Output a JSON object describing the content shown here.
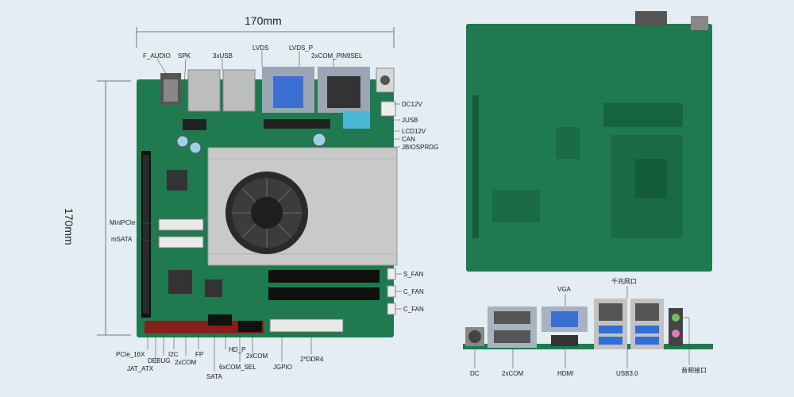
{
  "dimensions": {
    "width": "170mm",
    "height": "170mm"
  },
  "top_labels": {
    "f_audio": "F_AUDIO",
    "spk": "SPK",
    "usb3x": "3xUSB",
    "lvds": "LVDS",
    "lvds_p": "LVDS_P",
    "com_pin9sel": "2xCOM_PIN9SEL"
  },
  "right_labels": {
    "dc12v": "DC12V",
    "jusb": "JUSB",
    "lcd12v": "LCD12V",
    "can": "CAN",
    "jbiosprdg": "JBIOSPRDG",
    "s_fan": "S_FAN",
    "c_fan1": "C_FAN",
    "c_fan2": "C_FAN"
  },
  "left_labels": {
    "minipcie": "MiniPCIe",
    "msata": "mSATA"
  },
  "bottom_labels": {
    "pcie16x": "PCIe_16X",
    "jat_atx": "JAT_ATX",
    "debug": "DEBUG",
    "i2c": "I2C",
    "com2x_a": "2xCOM",
    "fp": "FP",
    "sata": "SATA",
    "hd_p": "HD_P",
    "com6x_sel": "6xCOM_SEL",
    "com2x_b": "2xCOM",
    "jgpio": "JGPIO",
    "ddr4": "2*DDR4"
  },
  "io_labels": {
    "vga": "VGA",
    "lan": "千兆网口",
    "dc": "DC",
    "com2x": "2xCOM",
    "hdmi": "HDMI",
    "usb30": "USB3.0",
    "audio": "音频接口"
  },
  "colors": {
    "pcb": "#1f7a4f",
    "pcb_dark": "#145c3a",
    "heatsink": "#c9c9c9",
    "usb_blue": "#2f6fd6",
    "vga_blue": "#3b6fd1",
    "background": "#e4ecf4"
  }
}
